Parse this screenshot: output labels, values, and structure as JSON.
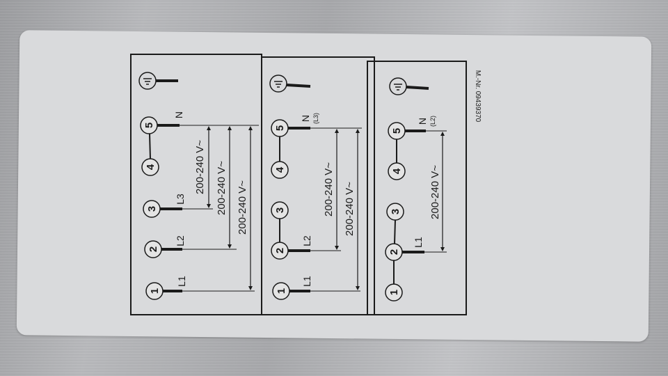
{
  "plate": {
    "article_number": "M.-Nr. 09439370",
    "terminal_numbers": [
      "1",
      "2",
      "3",
      "4",
      "5"
    ],
    "phase_labels": [
      "L1",
      "L2",
      "L3",
      "N"
    ],
    "neutral_sub_labels": [
      "(L3)",
      "(L2)"
    ],
    "voltage": "200-240 V~",
    "ground_icon": "ground-symbol-icon"
  }
}
